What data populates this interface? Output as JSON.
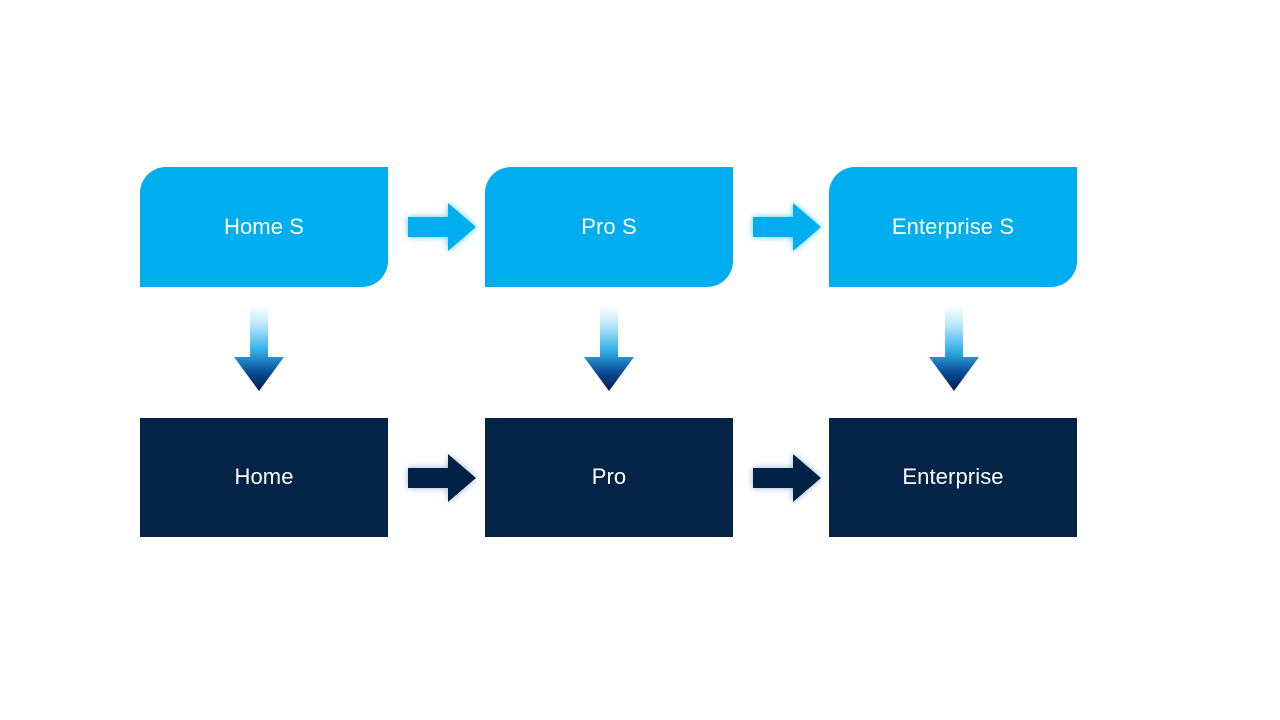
{
  "diagram": {
    "title": "Tier progression diagram",
    "background_color": "#ffffff",
    "colors": {
      "tier_s_fill": "#00AEEF",
      "tier_base_fill": "#042347",
      "label_text": "#ffffff",
      "down_arrow_gradient_top": "#FFFFFF",
      "down_arrow_gradient_mid": "#29ABE2",
      "down_arrow_gradient_bottom": "#06255A"
    },
    "rows": [
      {
        "row_name": "tier-s-row",
        "style": "cyan-rounded",
        "nodes": [
          {
            "id": "home-s",
            "label": "Home S"
          },
          {
            "id": "pro-s",
            "label": "Pro S"
          },
          {
            "id": "enterprise-s",
            "label": "Enterprise S"
          }
        ],
        "connectors": [
          {
            "id": "home-s-to-pro-s",
            "icon": "arrow-right-icon",
            "color": "#00AEEF"
          },
          {
            "id": "pro-s-to-enterprise-s",
            "icon": "arrow-right-icon",
            "color": "#00AEEF"
          }
        ]
      },
      {
        "row_name": "tier-base-row",
        "style": "navy-square",
        "nodes": [
          {
            "id": "home",
            "label": "Home"
          },
          {
            "id": "pro",
            "label": "Pro"
          },
          {
            "id": "enterprise",
            "label": "Enterprise"
          }
        ],
        "connectors": [
          {
            "id": "home-to-pro",
            "icon": "arrow-right-icon",
            "color": "#042347"
          },
          {
            "id": "pro-to-enterprise",
            "icon": "arrow-right-icon",
            "color": "#042347"
          }
        ]
      }
    ],
    "vertical_connectors": [
      {
        "id": "home-s-to-home",
        "icon": "arrow-down-icon"
      },
      {
        "id": "pro-s-to-pro",
        "icon": "arrow-down-icon"
      },
      {
        "id": "enterprise-s-to-enterprise",
        "icon": "arrow-down-icon"
      }
    ]
  }
}
